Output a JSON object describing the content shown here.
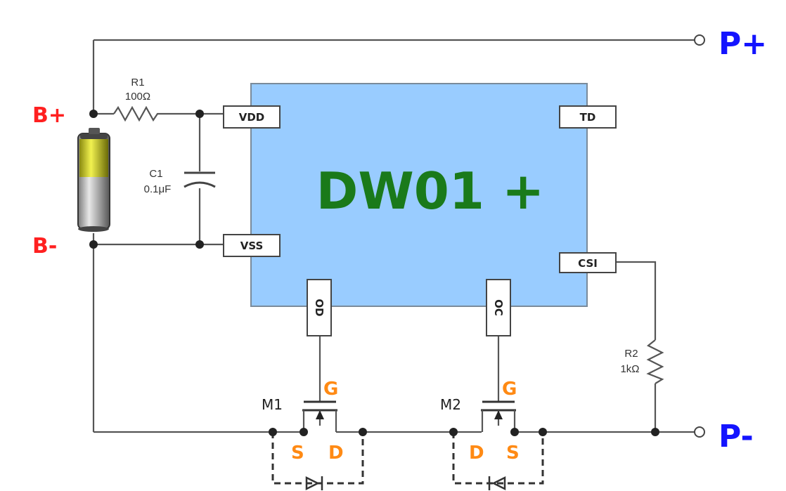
{
  "chip": {
    "name": "DW01 +",
    "color": "#99ccff",
    "name_color": "#1a7a1a"
  },
  "pins": {
    "vdd": "VDD",
    "vss": "VSS",
    "td": "TD",
    "csi": "CSI",
    "od": "OD",
    "oc": "OC"
  },
  "components": {
    "r1": {
      "ref": "R1",
      "value": "100Ω"
    },
    "c1": {
      "ref": "C1",
      "value": "0.1μF"
    },
    "r2": {
      "ref": "R2",
      "value": "1kΩ"
    },
    "m1": {
      "ref": "M1",
      "g": "G",
      "s": "S",
      "d": "D"
    },
    "m2": {
      "ref": "M2",
      "g": "G",
      "d": "D",
      "s": "S"
    }
  },
  "terminals": {
    "p_plus": "P+",
    "p_minus": "P-",
    "b_plus": "B+",
    "b_minus": "B-"
  },
  "colors": {
    "terminal": "#1414ff",
    "battery_label": "#ff2020",
    "mosfet_label": "#ff8a14"
  }
}
